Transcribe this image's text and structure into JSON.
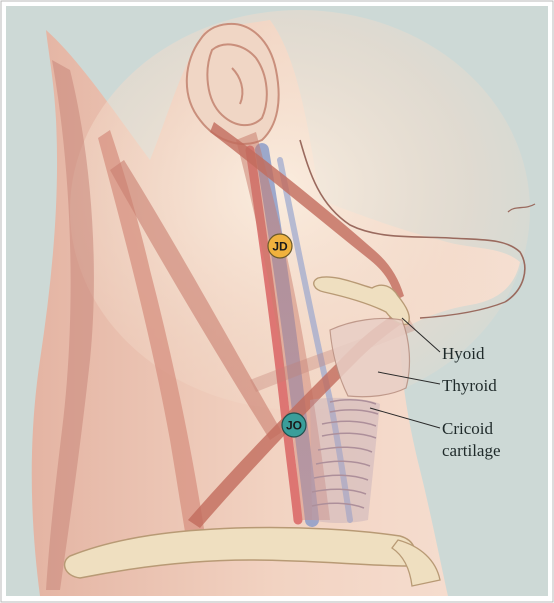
{
  "labels": {
    "hyoid": "Hyoid",
    "thyroid": "Thyroid",
    "cricoid_line1": "Cricoid",
    "cricoid_line2": "cartilage"
  },
  "markers": {
    "upper": {
      "text": "JD",
      "color": "#f0b23e"
    },
    "lower": {
      "text": "JO",
      "color": "#3a9e9a"
    }
  },
  "colors": {
    "background": "#cdd9d6",
    "skin": "#f1d9c8",
    "muscle": "#c98373",
    "artery": "#d96464",
    "vein": "#8c9cc9",
    "bone": "#efdfc0"
  }
}
